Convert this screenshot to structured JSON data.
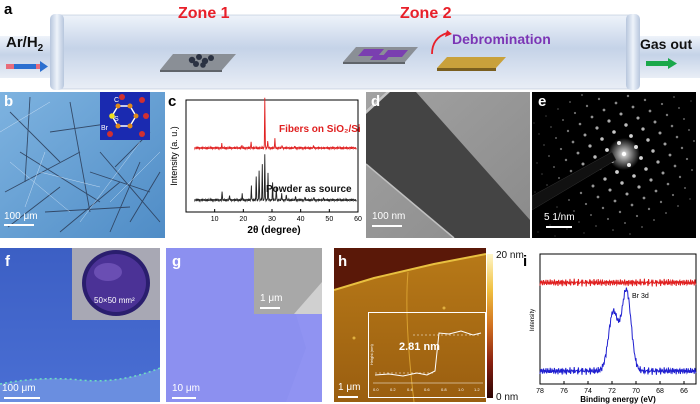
{
  "panel_a": {
    "label": "a",
    "gas_in": "Ar/H",
    "gas_in_sub": "2",
    "zone1": "Zone 1",
    "zone2": "Zone 2",
    "process": "Debromination",
    "gas_out": "Gas out",
    "colors": {
      "zone": "#e8202a",
      "process": "#7b35b5",
      "tube": "#c9d7ea",
      "arrow_in": "#2b6fd0",
      "arrow_out": "#1aa84a"
    }
  },
  "panel_b": {
    "label": "b",
    "scale": "100 μm",
    "atoms": [
      "C",
      "S",
      "Br"
    ]
  },
  "panel_c": {
    "label": "c",
    "chart_data": {
      "type": "line",
      "xlabel": "2θ (degree)",
      "ylabel": "Intensity (a. u.)",
      "xlim": [
        0,
        60
      ],
      "xticks": [
        10,
        20,
        30,
        40,
        50,
        60
      ],
      "series": [
        {
          "name": "Fibers on SiO₂/Si",
          "color": "#e02020",
          "peaks": [
            [
              12.5,
              0.08
            ],
            [
              19.5,
              0.05
            ],
            [
              22.7,
              0.12
            ],
            [
              27.5,
              1.0
            ],
            [
              28.5,
              0.15
            ],
            [
              31.0,
              0.2
            ],
            [
              33.5,
              0.06
            ],
            [
              38.0,
              0.04
            ],
            [
              44.5,
              0.05
            ]
          ]
        },
        {
          "name": "Powder as source",
          "color": "#222222",
          "peaks": [
            [
              12.6,
              0.18
            ],
            [
              15.2,
              0.1
            ],
            [
              19.6,
              0.12
            ],
            [
              22.8,
              0.3
            ],
            [
              24.5,
              0.5
            ],
            [
              25.5,
              0.62
            ],
            [
              26.6,
              0.75
            ],
            [
              27.5,
              0.95
            ],
            [
              28.6,
              0.55
            ],
            [
              30.2,
              0.35
            ],
            [
              31.5,
              0.28
            ],
            [
              33.4,
              0.15
            ],
            [
              35.0,
              0.12
            ],
            [
              38.2,
              0.08
            ],
            [
              41.5,
              0.06
            ],
            [
              44.6,
              0.07
            ],
            [
              48.0,
              0.05
            ]
          ]
        }
      ]
    }
  },
  "panel_d": {
    "label": "d",
    "scale": "100 nm"
  },
  "panel_e": {
    "label": "e",
    "scale": "5 1/nm"
  },
  "panel_f": {
    "label": "f",
    "scale": "100 μm",
    "inset": "50×50 mm²"
  },
  "panel_g": {
    "label": "g",
    "scale": "10 μm",
    "inset_scale": "1 μm"
  },
  "panel_h": {
    "label": "h",
    "scale": "1 μm",
    "colorbar_top": "20 nm",
    "colorbar_bottom": "0 nm",
    "step_height": "2.81 nm",
    "inset_ylabel": "Height (nm)",
    "inset_xticks": [
      "0.0",
      "0.2",
      "0.4",
      "0.6",
      "0.8",
      "1.0",
      "1.2"
    ]
  },
  "panel_i": {
    "label": "i",
    "chart_data": {
      "type": "line",
      "xlabel": "Binding energy (eV)",
      "ylabel": "Intensity",
      "xlim": [
        78,
        65
      ],
      "xticks": [
        78,
        76,
        74,
        72,
        70,
        68,
        66
      ],
      "annotation": "Br 3d",
      "series": [
        {
          "name": "",
          "color": "#e02020",
          "baseline": 0.78
        },
        {
          "name": "",
          "color": "#2020d0",
          "baseline": 0.1,
          "peaks": [
            [
              71.9,
              0.45
            ],
            [
              70.8,
              0.62
            ]
          ]
        }
      ]
    }
  }
}
